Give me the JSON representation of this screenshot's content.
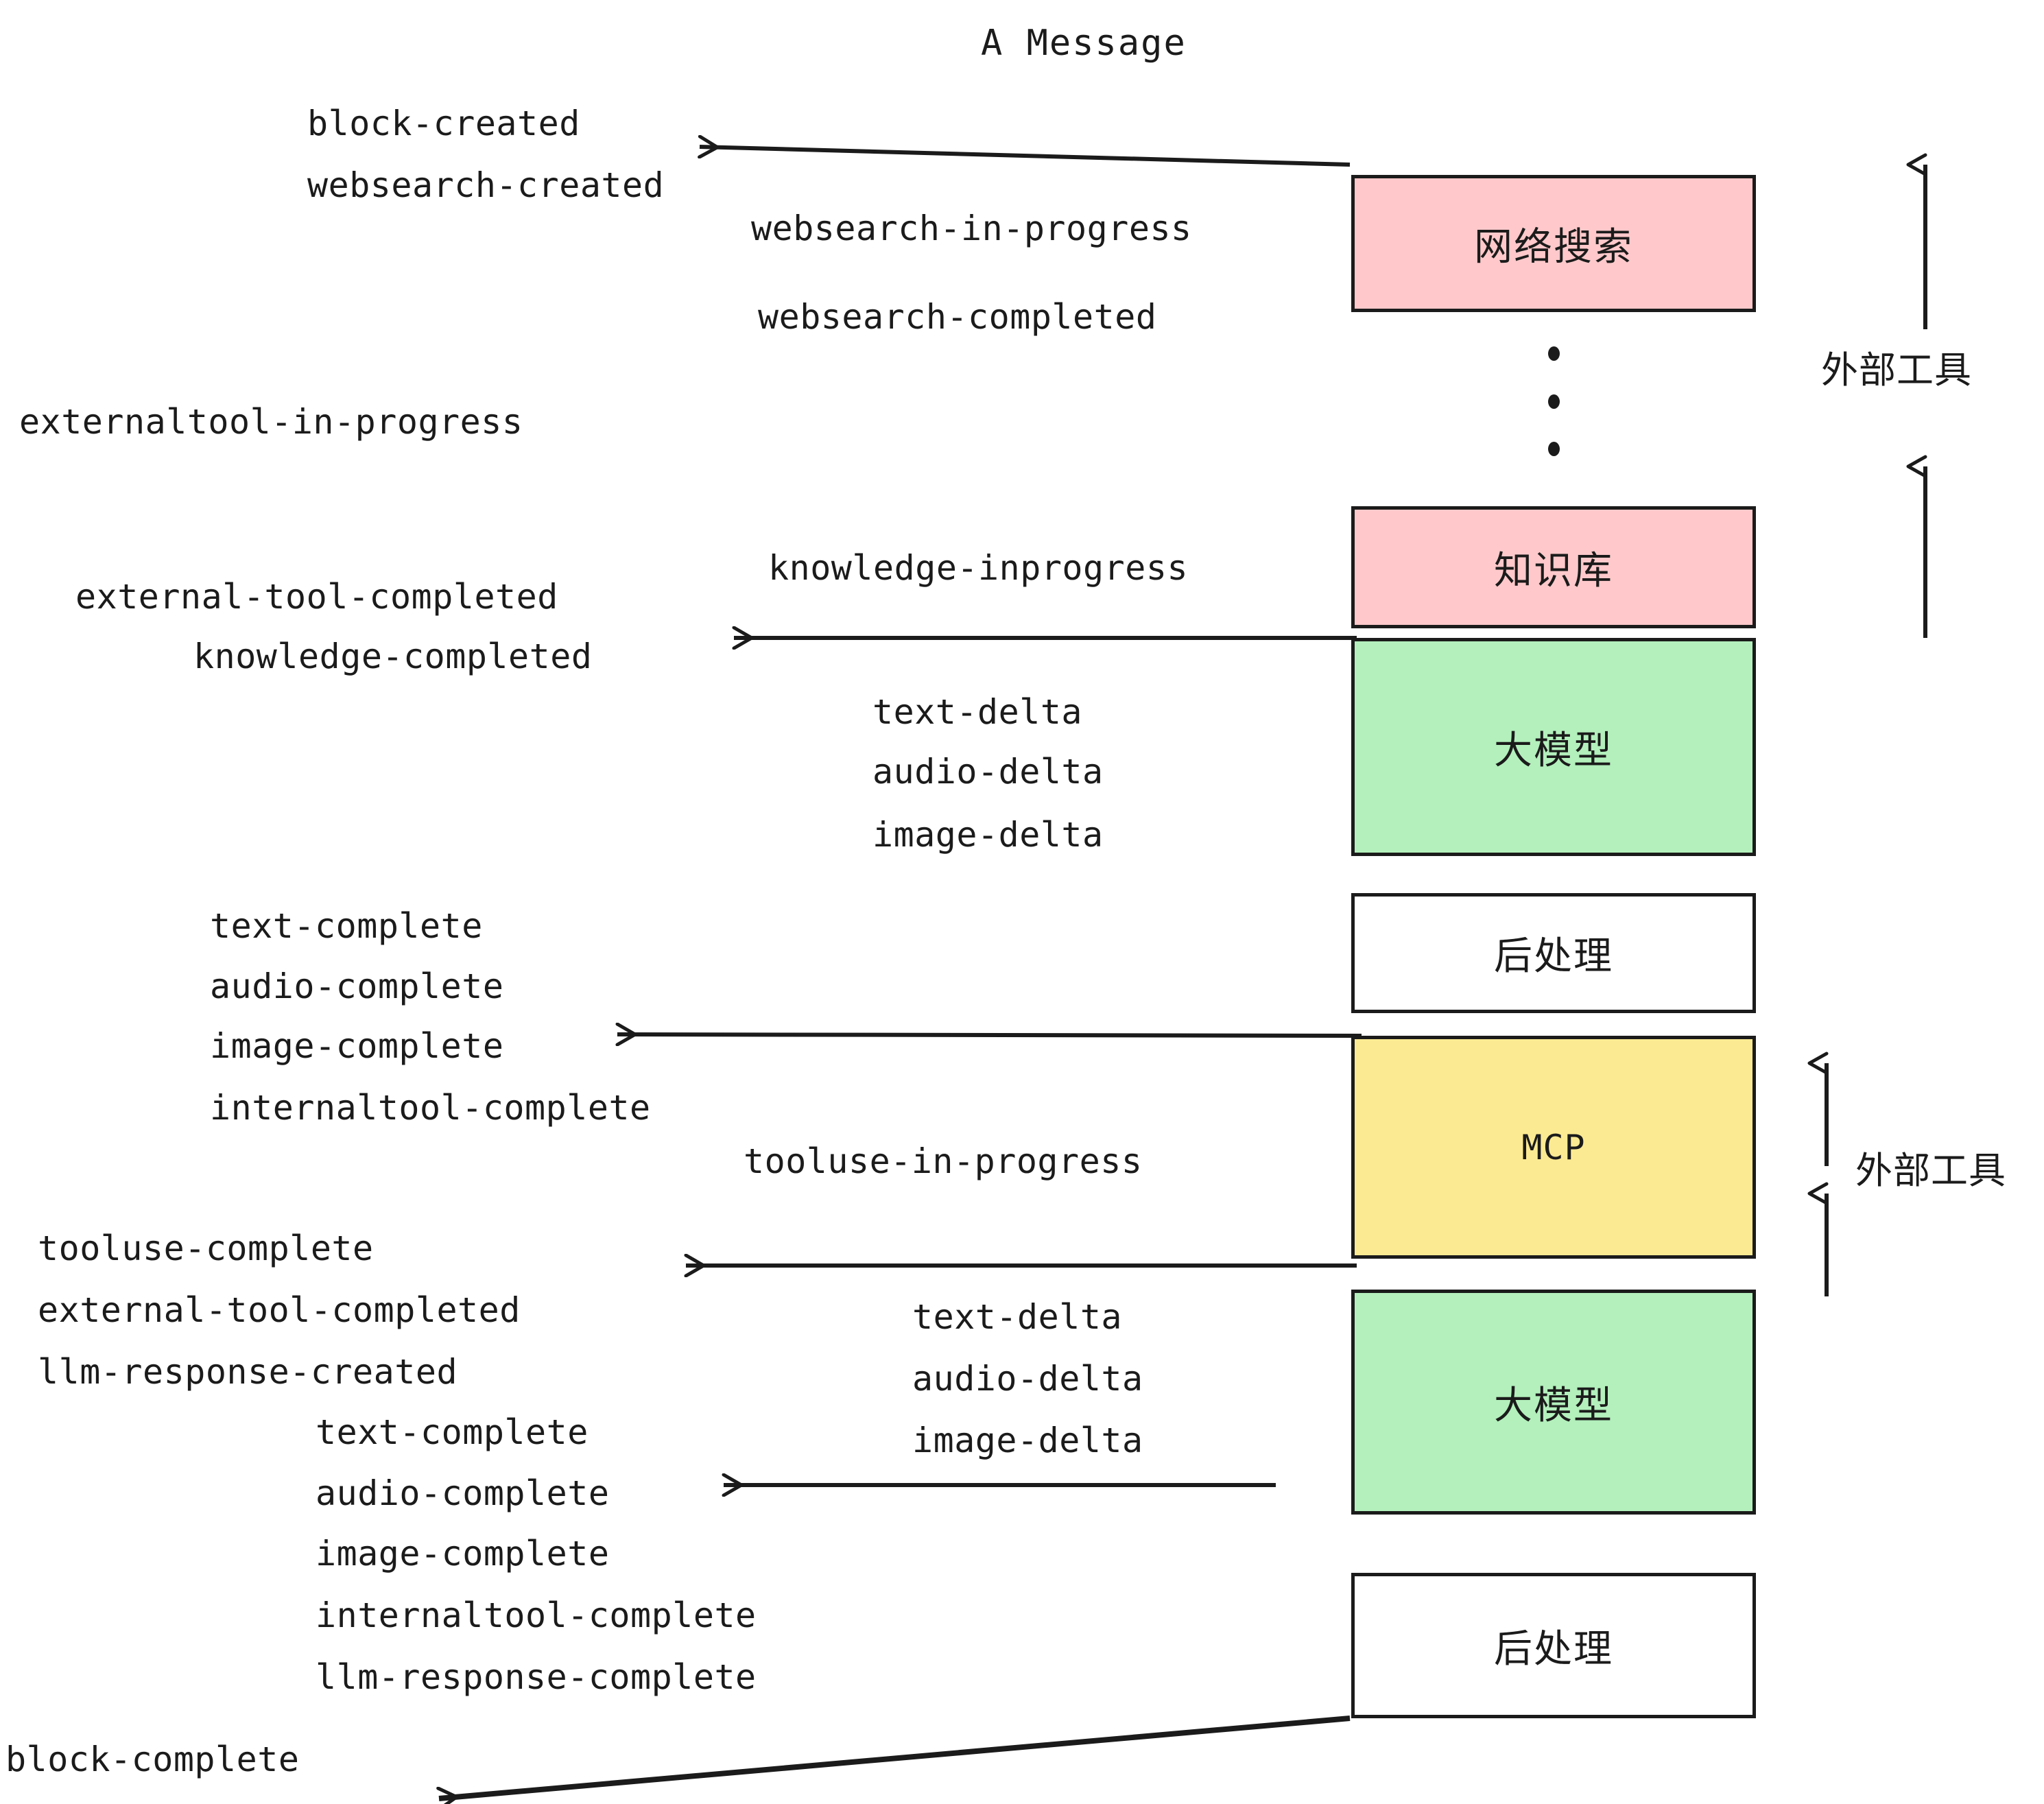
{
  "title": "A Message",
  "colors": {
    "pink": "#FFC9CB",
    "green": "#B3F0BC",
    "yellow": "#FCEA92",
    "white": "#FFFFFF",
    "stroke": "#1B1B1B",
    "background": "#FFFFFF"
  },
  "nodes": [
    {
      "id": "websearch",
      "label": "网络搜索",
      "fill": "pink",
      "mono": false
    },
    {
      "id": "knowledge",
      "label": "知识库",
      "fill": "pink",
      "mono": false
    },
    {
      "id": "llm1",
      "label": "大模型",
      "fill": "green",
      "mono": false
    },
    {
      "id": "post1",
      "label": "后处理",
      "fill": "white",
      "mono": false
    },
    {
      "id": "mcp",
      "label": "MCP",
      "fill": "yellow",
      "mono": true
    },
    {
      "id": "llm2",
      "label": "大模型",
      "fill": "green",
      "mono": false
    },
    {
      "id": "post2",
      "label": "后处理",
      "fill": "white",
      "mono": false
    }
  ],
  "side_annotations": [
    {
      "id": "ext-tools-top",
      "label": "外部工具"
    },
    {
      "id": "ext-tools-bottom",
      "label": "外部工具"
    }
  ],
  "events": {
    "block_created": "block-created",
    "websearch_created": "websearch-created",
    "websearch_in_progress": "websearch-in-progress",
    "websearch_completed": "websearch-completed",
    "externaltool_in_progress": "externaltool-in-progress",
    "knowledge_inprogress": "knowledge-inprogress",
    "external_tool_completed_1": "external-tool-completed",
    "knowledge_completed": "knowledge-completed",
    "text_delta_1": "text-delta",
    "audio_delta_1": "audio-delta",
    "image_delta_1": "image-delta",
    "text_complete_1": "text-complete",
    "audio_complete_1": "audio-complete",
    "image_complete_1": "image-complete",
    "internaltool_complete_1": "internaltool-complete",
    "tooluse_in_progress": "tooluse-in-progress",
    "tooluse_complete": "tooluse-complete",
    "external_tool_completed_2": "external-tool-completed",
    "llm_response_created": "llm-response-created",
    "text_delta_2": "text-delta",
    "audio_delta_2": "audio-delta",
    "image_delta_2": "image-delta",
    "text_complete_2": "text-complete",
    "audio_complete_2": "audio-complete",
    "image_complete_2": "image-complete",
    "internaltool_complete_2": "internaltool-complete",
    "llm_response_complete": "llm-response-complete",
    "block_complete": "block-complete"
  }
}
